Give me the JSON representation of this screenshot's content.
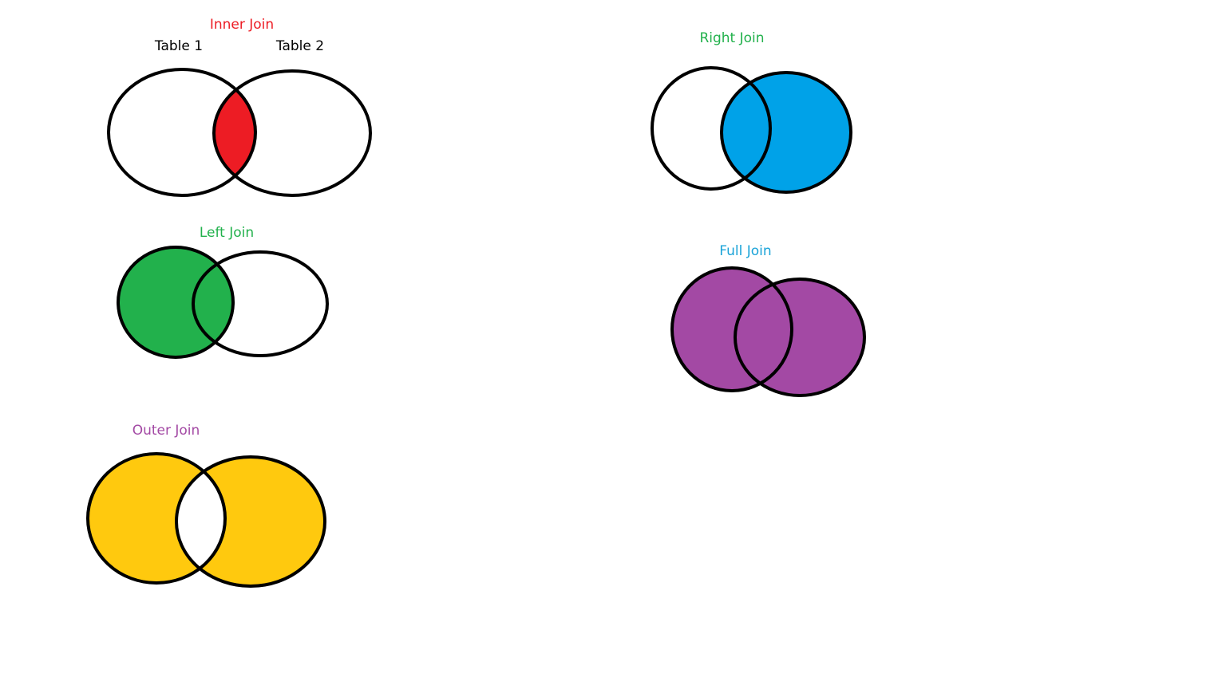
{
  "diagrams": [
    {
      "id": "inner-join",
      "title": "Inner Join",
      "title_color": "#ed1c24",
      "left_label": "Table 1",
      "right_label": "Table 2",
      "fill_region": "intersection",
      "fill_color": "#ed1c24"
    },
    {
      "id": "right-join",
      "title": "Right Join",
      "title_color": "#22b14c",
      "fill_region": "right",
      "fill_color": "#00a2e8"
    },
    {
      "id": "left-join",
      "title": "Left Join",
      "title_color": "#22b14c",
      "fill_region": "left",
      "fill_color": "#22b14c"
    },
    {
      "id": "full-join",
      "title": "Full Join",
      "title_color": "#1aa3d8",
      "fill_region": "union",
      "fill_color": "#a349a4"
    },
    {
      "id": "outer-join",
      "title": "Outer Join",
      "title_color": "#a349a4",
      "fill_region": "symmetric-difference",
      "fill_color": "#ffc90e"
    }
  ],
  "label_color": "#000000",
  "outline_color": "#000000"
}
